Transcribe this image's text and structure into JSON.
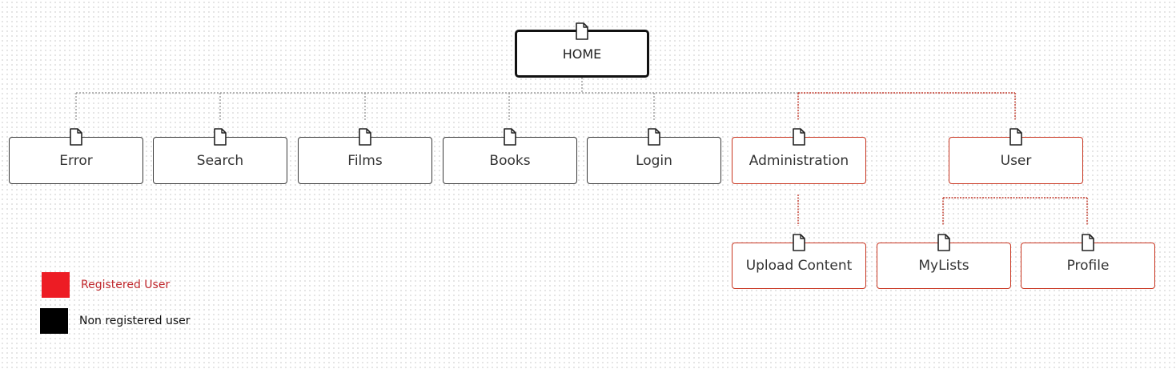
{
  "diagram": {
    "home": {
      "label": "HOME",
      "icon": "document-icon"
    },
    "pages": [
      {
        "label": "Error",
        "access": "non-registered",
        "icon": "document-icon"
      },
      {
        "label": "Search",
        "access": "non-registered",
        "icon": "document-icon"
      },
      {
        "label": "Films",
        "access": "non-registered",
        "icon": "document-icon"
      },
      {
        "label": "Books",
        "access": "non-registered",
        "icon": "document-icon"
      },
      {
        "label": "Login",
        "access": "non-registered",
        "icon": "document-icon"
      },
      {
        "label": "Administration",
        "access": "registered",
        "icon": "document-icon"
      },
      {
        "label": "User",
        "access": "registered",
        "icon": "document-icon"
      }
    ],
    "subpages": [
      {
        "label": "Upload Content",
        "parent": "Administration",
        "access": "registered",
        "icon": "document-icon"
      },
      {
        "label": "MyLists",
        "parent": "User",
        "access": "registered",
        "icon": "document-icon"
      },
      {
        "label": "Profile",
        "parent": "User",
        "access": "registered",
        "icon": "document-icon"
      }
    ]
  },
  "legend": {
    "registered": {
      "label": "Registered User",
      "color": "#ed1c24",
      "text_color": "#c0282d"
    },
    "non_registered": {
      "label": "Non registered user",
      "color": "#000000",
      "text_color": "#111111"
    }
  },
  "colors": {
    "registered_border": "#c8341f",
    "non_registered_border": "#3a3a3a",
    "registered_connector": "#c0392b",
    "non_registered_connector": "#8a8a8a"
  }
}
